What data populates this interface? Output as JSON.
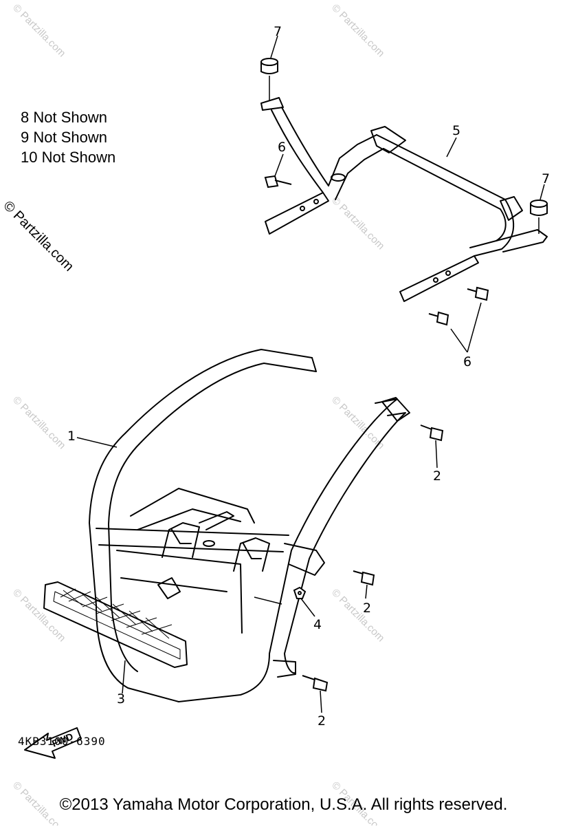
{
  "notes": [
    "8  Not Shown",
    "9  Not Shown",
    "10 Not Shown"
  ],
  "callouts": {
    "c1": "1",
    "c2a": "2",
    "c2b": "2",
    "c2c": "2",
    "c3": "3",
    "c4": "4",
    "c5": "5",
    "c6a": "6",
    "c6b": "6",
    "c7a": "7",
    "c7b": "7"
  },
  "fwd_label": "FWD",
  "part_number": "4KB3100-6390",
  "watermark": "© Partzilla.com",
  "copyright": "©2013  Yamaha Motor Corporation, U.S.A. All rights reserved."
}
